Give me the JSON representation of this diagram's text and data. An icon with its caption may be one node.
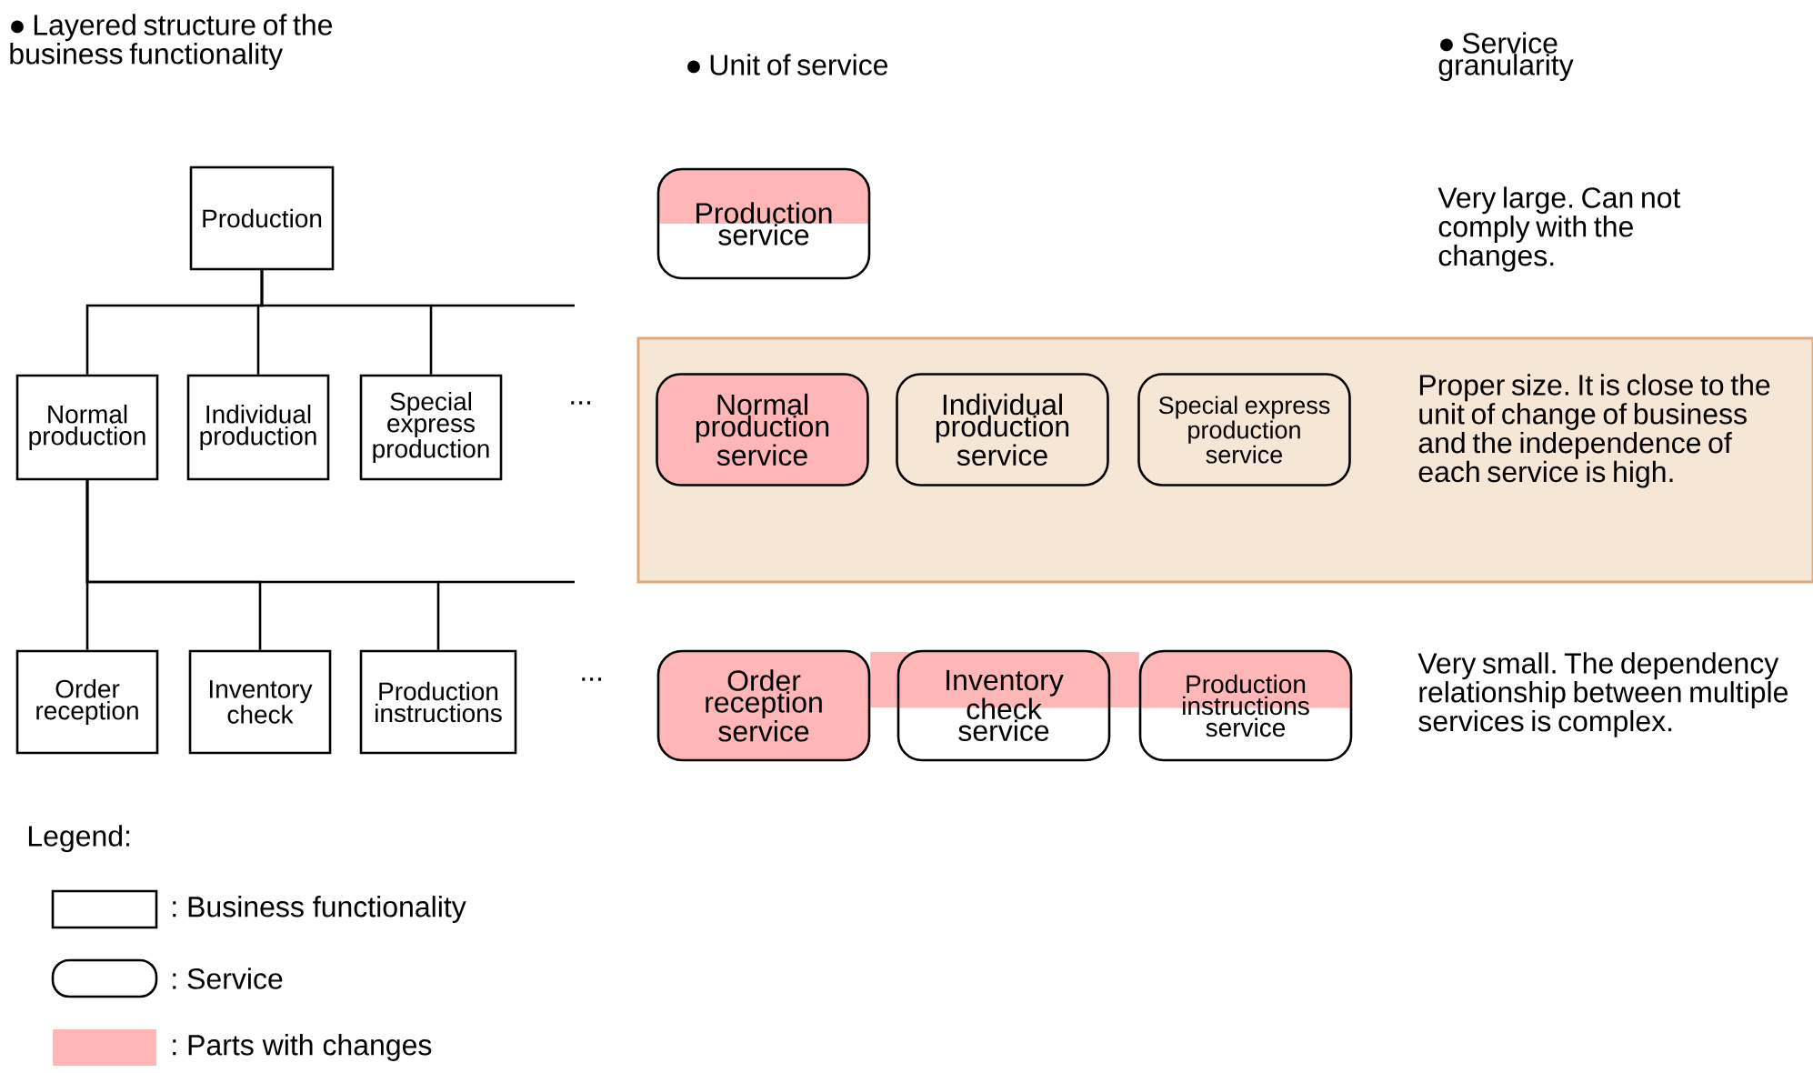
{
  "diagram": {
    "nodes": [
      {
        "text": [
          "Production"
        ]
      },
      {
        "text": [
          "Normal production"
        ]
      },
      {
        "text": [
          "Individual production"
        ]
      },
      {
        "text": [
          "Special express production"
        ]
      },
      {
        "text": [
          "Order reception"
        ]
      },
      {
        "text": [
          "Inventory check"
        ]
      },
      {
        "text": [
          "Production instructions"
        ]
      },
      {
        "text": [
          "Production service"
        ]
      },
      {
        "text": [
          "Proper size. It is close to the unit of change of business and the independence of each service is high."
        ]
      },
      {
        "text": [
          "Normal production service"
        ],
        "in": 8
      },
      {
        "text": [
          "Individual production service"
        ],
        "in": 8
      },
      {
        "text": [
          "Special express production service"
        ],
        "in": 8
      },
      {
        "text": [
          "Order reception service"
        ]
      },
      {
        "text": [
          "Inventory check service"
        ]
      },
      {
        "text": [
          "Production instructions service"
        ]
      }
    ],
    "edges": [
      {
        "from": 0,
        "to": 1,
        "arrow": "none"
      },
      {
        "from": 0,
        "to": 2,
        "arrow": "none"
      },
      {
        "from": 0,
        "to": 3,
        "arrow": "none"
      },
      {
        "from": 1,
        "to": 4,
        "arrow": "none"
      },
      {
        "from": 1,
        "to": 5,
        "arrow": "none"
      },
      {
        "from": 1,
        "to": 6,
        "arrow": "none"
      }
    ],
    "labels": [
      "● Layered structure of the business functionality",
      "● Unit of service",
      "● Service granularity",
      "...",
      "Very large. Can not comply with the changes.",
      "...",
      "Very small. The dependency relationship between multiple services is complex.",
      "Legend:"
    ],
    "legend": [
      {
        "text": ": Business functionality"
      },
      {
        "text": ": Service"
      },
      {
        "text": ": Parts with changes",
        "color": "#ffb6b6"
      }
    ]
  }
}
